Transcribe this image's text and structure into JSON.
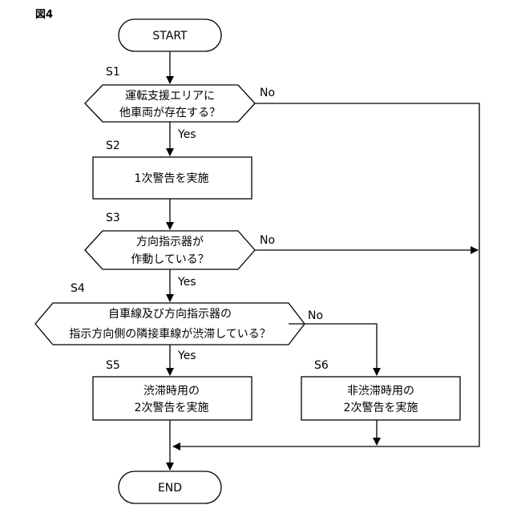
{
  "figure_label": "図4",
  "nodes": {
    "start": {
      "text": "START"
    },
    "s1": {
      "step": "S1",
      "line1": "運転支援エリアに",
      "line2": "他車両が存在する？"
    },
    "s2": {
      "step": "S2",
      "line1": "1次警告を実施"
    },
    "s3": {
      "step": "S3",
      "line1": "方向指示器が",
      "line2": "作動している？"
    },
    "s4": {
      "step": "S4",
      "line1": "自車線及び方向指示器の",
      "line2": "指示方向側の隣接車線が渋滞している？"
    },
    "s5": {
      "step": "S5",
      "line1": "渋滞時用の",
      "line2": "2次警告を実施"
    },
    "s6": {
      "step": "S6",
      "line1": "非渋滞時用の",
      "line2": "2次警告を実施"
    },
    "end": {
      "text": "END"
    }
  },
  "edges": {
    "s1_no": "No",
    "s1_yes": "Yes",
    "s3_no": "No",
    "s3_yes": "Yes",
    "s4_no": "No",
    "s4_yes": "Yes"
  }
}
